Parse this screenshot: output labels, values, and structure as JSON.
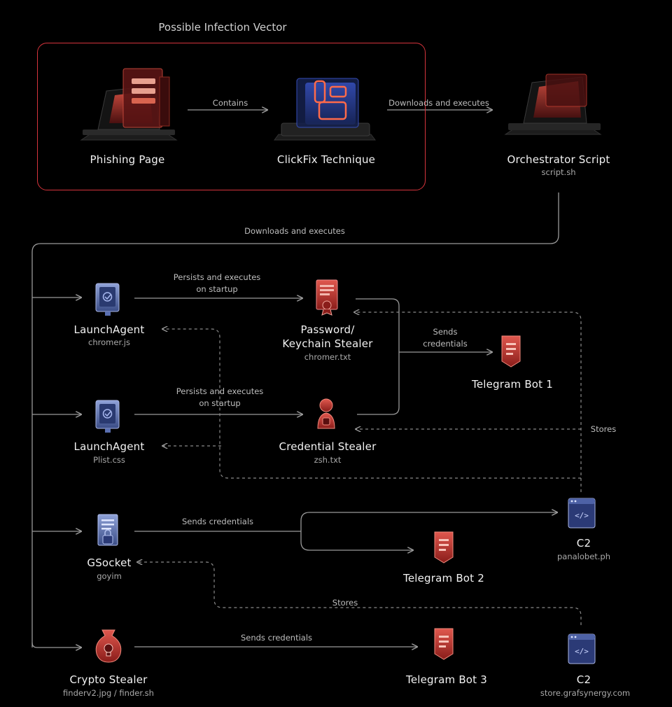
{
  "heading": "Possible Infection Vector",
  "nodes": {
    "phishing": {
      "title": "Phishing Page"
    },
    "clickfix": {
      "title": "ClickFix Technique"
    },
    "orchestrator": {
      "title": "Orchestrator Script",
      "sub": "script.sh"
    },
    "launchagent1": {
      "title": "LaunchAgent",
      "sub": "chromer.js"
    },
    "password": {
      "title": "Password/",
      "title2": "Keychain Stealer",
      "sub": "chromer.txt"
    },
    "telegram1": {
      "title": "Telegram Bot 1"
    },
    "launchagent2": {
      "title": "LaunchAgent",
      "sub": "Plist.css"
    },
    "credential": {
      "title": "Credential Stealer",
      "sub": "zsh.txt"
    },
    "gsocket": {
      "title": "GSocket",
      "sub": "goyim"
    },
    "c2a": {
      "title": "C2",
      "sub": "panalobet.ph"
    },
    "telegram2": {
      "title": "Telegram Bot 2"
    },
    "crypto": {
      "title": "Crypto Stealer",
      "sub": "finderv2.jpg / finder.sh"
    },
    "telegram3": {
      "title": "Telegram Bot 3"
    },
    "c2b": {
      "title": "C2",
      "sub": "store.grafsynergy.com"
    }
  },
  "edges": {
    "contains": "Contains",
    "downloads1": "Downloads and executes",
    "downloads2": "Downloads and executes",
    "persists1a": "Persists and executes",
    "persists1b": "on startup",
    "persists2a": "Persists and executes",
    "persists2b": "on startup",
    "sends1a": "Sends",
    "sends1b": "credentials",
    "stores1": "Stores",
    "sends2": "Sends credentials",
    "stores2": "Stores",
    "sends3": "Sends credentials"
  },
  "colors": {
    "accent": "#d6343c",
    "line": "#9a9a9a",
    "blue": "#5a6fb0",
    "red": "#c0392b"
  }
}
